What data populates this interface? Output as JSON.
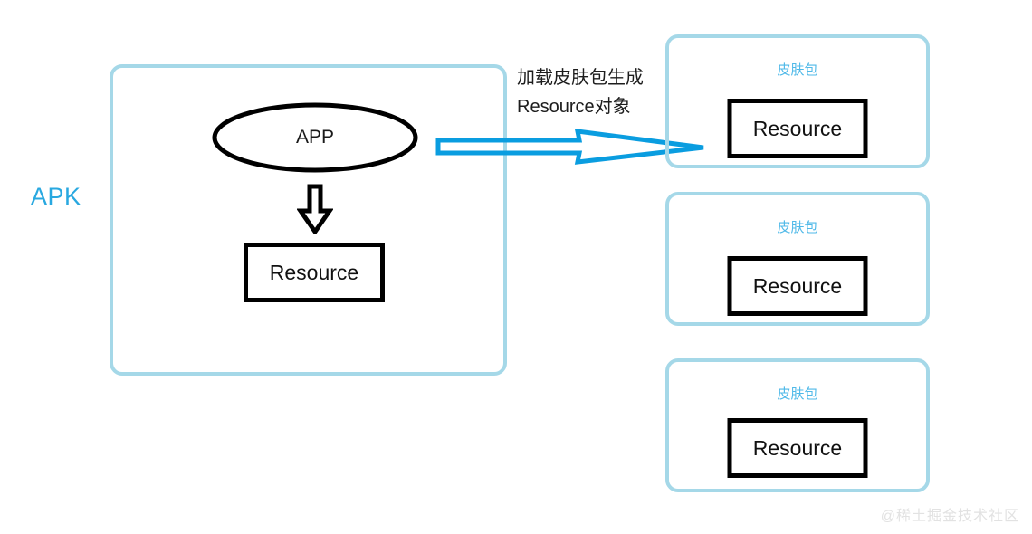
{
  "diagram": {
    "apk": {
      "label": "APK",
      "label_color": "#29a8e0",
      "container_border_color": "#a5d8e8",
      "app_node_label": "APP",
      "resource_box_label": "Resource",
      "down_arrow_icon": "down-block-arrow-icon"
    },
    "annotation": {
      "line1": "加载皮肤包生成",
      "line2": "Resource对象"
    },
    "flow_arrow": {
      "icon": "right-outline-arrow-icon",
      "color": "#0a9de0",
      "direction": "right"
    },
    "skin_packages": [
      {
        "title": "皮肤包",
        "resource_label": "Resource"
      },
      {
        "title": "皮肤包",
        "resource_label": "Resource"
      },
      {
        "title": "皮肤包",
        "resource_label": "Resource"
      }
    ],
    "skin_title_color": "#4fb9e8",
    "watermark": "@稀土掘金技术社区"
  }
}
